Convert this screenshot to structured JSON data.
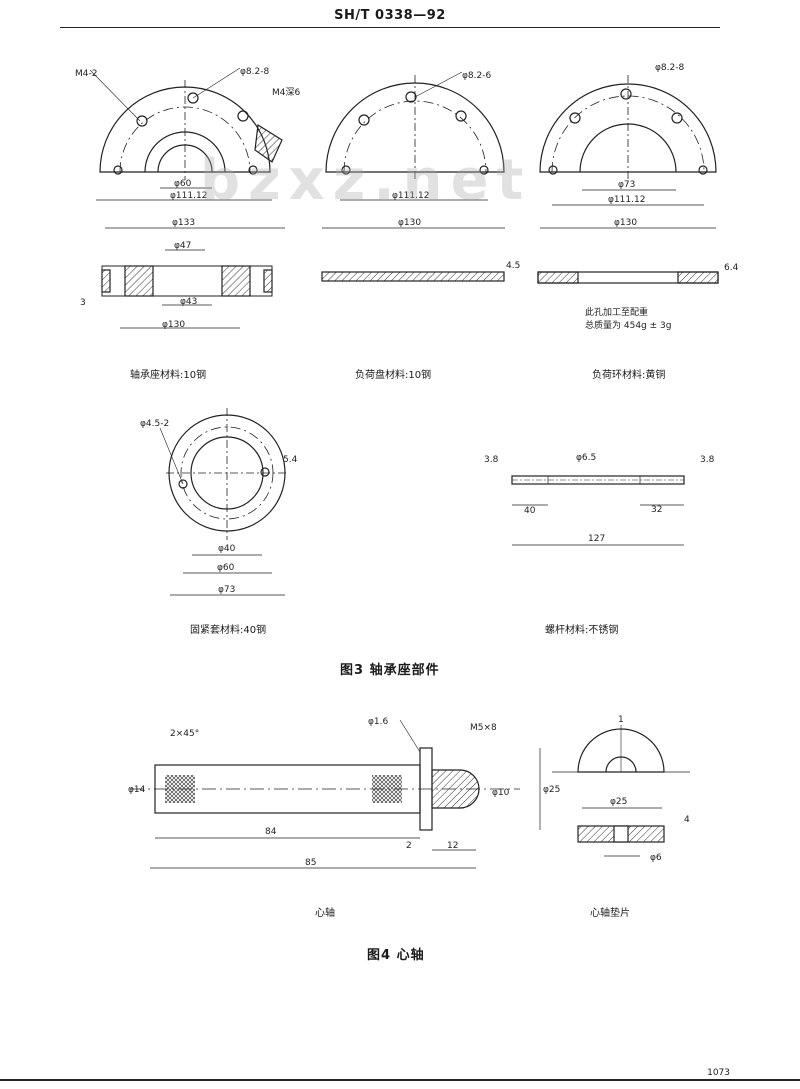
{
  "header": {
    "standard_code": "SH/T 0338—92"
  },
  "watermark": "bzxz.net",
  "figure3": {
    "title": "图3  轴承座部件",
    "parts": [
      {
        "caption": "轴承座材料:10钢",
        "dims": [
          "M4-2",
          "φ8.2-8",
          "M4深6",
          "φ60",
          "φ111.12",
          "φ133",
          "φ47",
          "φ43",
          "φ130",
          "3"
        ]
      },
      {
        "caption": "负荷盘材料:10钢",
        "dims": [
          "φ8.2-6",
          "φ111.12",
          "φ130",
          "4.5"
        ]
      },
      {
        "caption": "负荷环材料:黄铜",
        "dims": [
          "φ8.2-8",
          "φ73",
          "φ111.12",
          "φ130",
          "6.4",
          "此孔加工至配重",
          "总质量为 454g ± 3g"
        ]
      },
      {
        "caption": "固紧套材料:40钢",
        "dims": [
          "φ4.5-2",
          "φ40",
          "φ60",
          "φ73",
          "5.4"
        ]
      },
      {
        "caption": "螺杆材料:不锈钢",
        "dims": [
          "φ6.5",
          "3.8",
          "40",
          "32",
          "127"
        ]
      }
    ]
  },
  "figure4": {
    "title": "图4  心轴",
    "parts": [
      {
        "caption": "心轴",
        "dims": [
          "2×45°",
          "φ14",
          "φ1.6",
          "M5×8",
          "φ10",
          "φ25",
          "84",
          "85",
          "2",
          "12"
        ]
      },
      {
        "caption": "心轴垫片",
        "dims": [
          "1",
          "φ25",
          "φ6",
          "4"
        ]
      }
    ]
  },
  "page_number": "1073"
}
